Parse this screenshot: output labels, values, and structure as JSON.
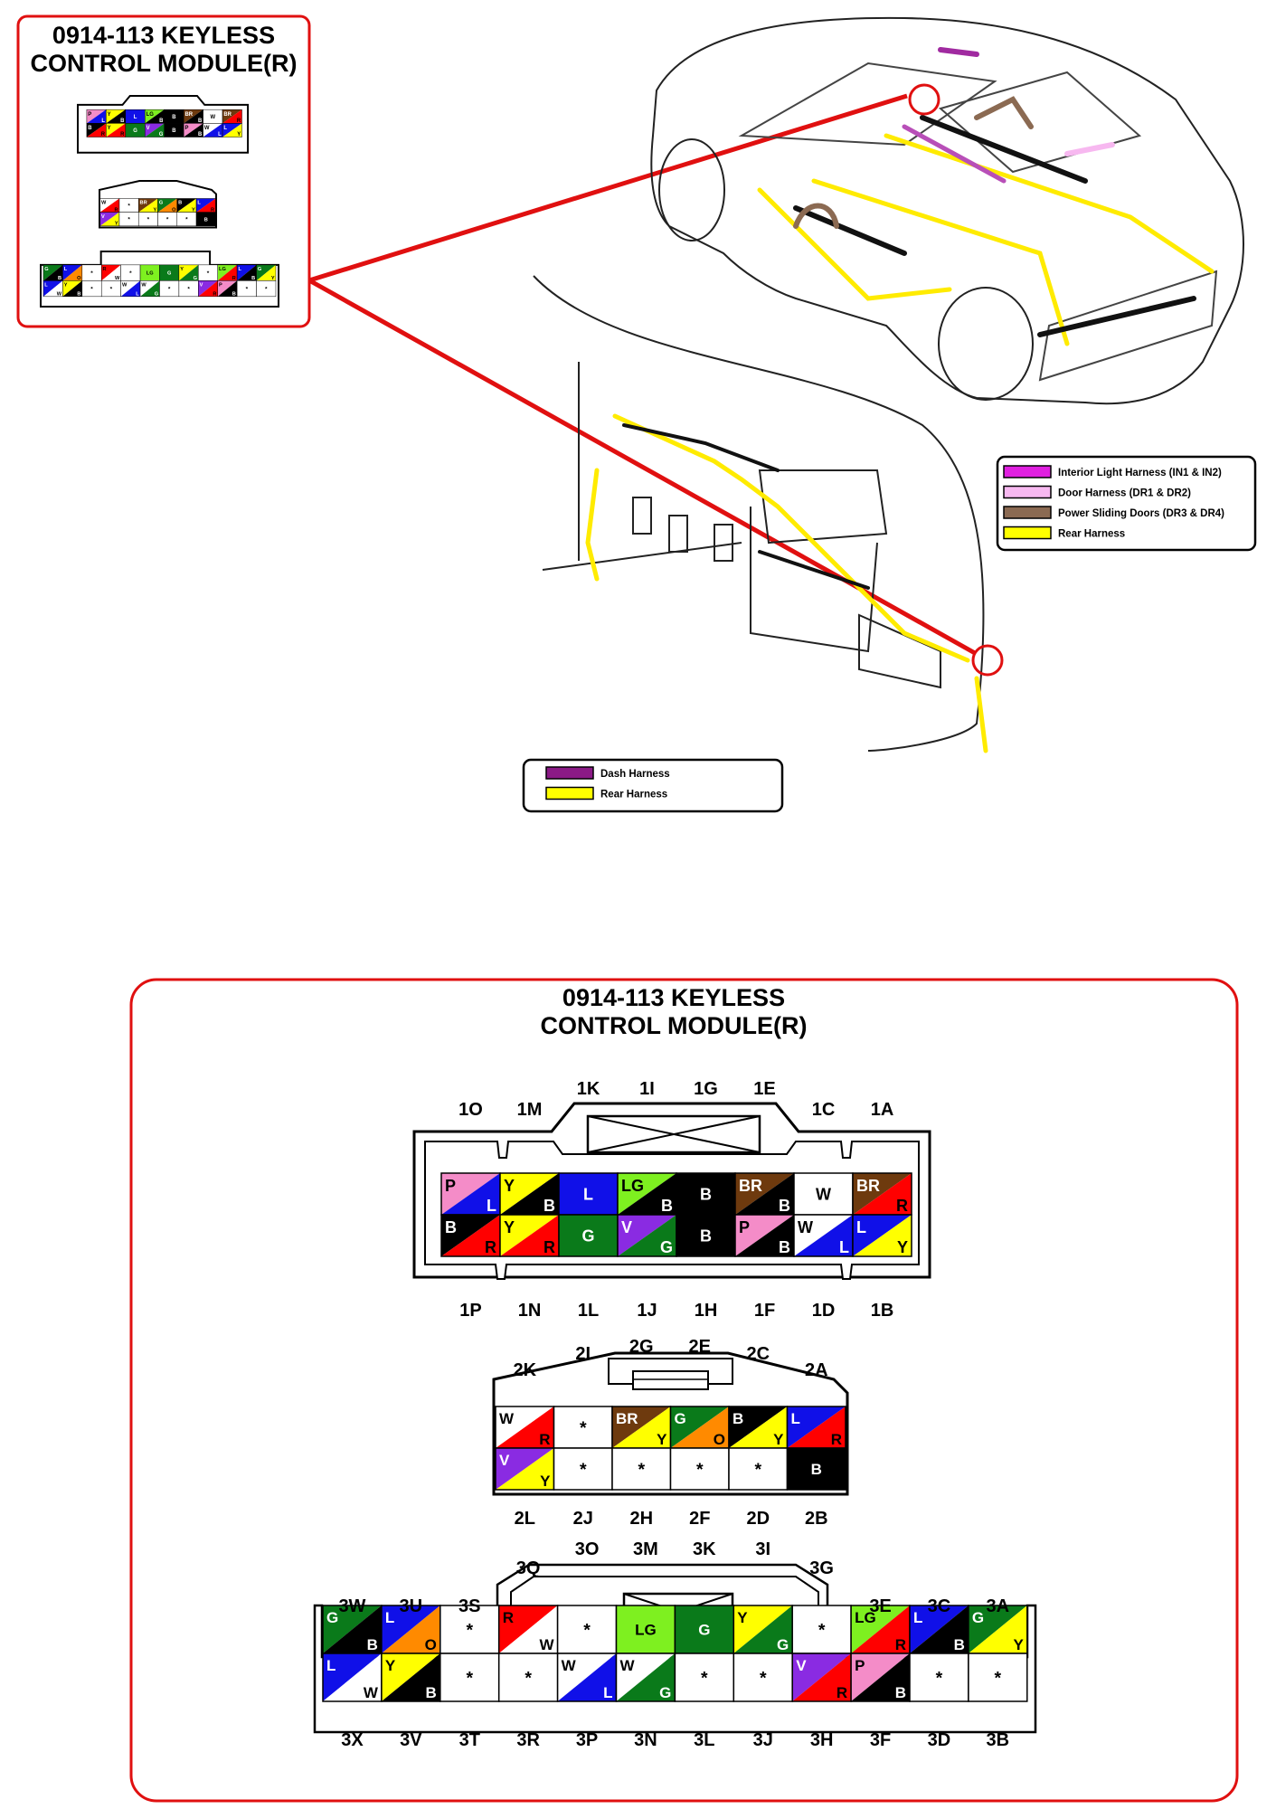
{
  "title_small": {
    "line1": "0914-113 KEYLESS",
    "line2": "CONTROL MODULE(R)"
  },
  "title_big": {
    "line1": "0914-113 KEYLESS",
    "line2": "CONTROL MODULE(R)"
  },
  "legend_car": [
    {
      "label": "Interior Light Harness (IN1 & IN2)",
      "color": "#e020e0"
    },
    {
      "label": "Door Harness (DR1 & DR2)",
      "color": "#f7b8f0"
    },
    {
      "label": "Power Sliding Doors (DR3 & DR4)",
      "color": "#8b6a52"
    },
    {
      "label": "Rear Harness",
      "color": "#ffff00"
    }
  ],
  "legend_dash": [
    {
      "label": "Dash Harness",
      "color": "#8b1a86"
    },
    {
      "label": "Rear Harness",
      "color": "#ffff00"
    }
  ],
  "wire_colors": {
    "P": "#f48cc8",
    "L": "#1010e8",
    "Y": "#ffff00",
    "B": "#000000",
    "R": "#ff0000",
    "G": "#0a7a1a",
    "LG": "#7ef020",
    "V": "#8a2be2",
    "BR": "#6e3a0e",
    "W": "#ffffff",
    "O": "#ff8a00",
    "*": "#ffffff"
  },
  "connector1": {
    "top_labels": [
      "1O",
      "1M",
      "1K",
      "1I",
      "1G",
      "1E",
      "1C",
      "1A"
    ],
    "bottom_labels": [
      "1P",
      "1N",
      "1L",
      "1J",
      "1H",
      "1F",
      "1D",
      "1B"
    ],
    "row_top": [
      [
        "P",
        "L"
      ],
      [
        "Y",
        "B"
      ],
      [
        "L"
      ],
      [
        "LG",
        "B"
      ],
      [
        "B"
      ],
      [
        "BR",
        "B"
      ],
      [
        "W"
      ],
      [
        "BR",
        "R"
      ]
    ],
    "row_bottom": [
      [
        "B",
        "R"
      ],
      [
        "Y",
        "R"
      ],
      [
        "G"
      ],
      [
        "V",
        "G"
      ],
      [
        "B"
      ],
      [
        "P",
        "B"
      ],
      [
        "W",
        "L"
      ],
      [
        "L",
        "Y"
      ]
    ]
  },
  "connector2": {
    "top_labels": [
      "2K",
      "2I",
      "2G",
      "2E",
      "2C",
      "2A"
    ],
    "bottom_labels": [
      "2L",
      "2J",
      "2H",
      "2F",
      "2D",
      "2B"
    ],
    "row_top": [
      [
        "W",
        "R"
      ],
      [
        "*"
      ],
      [
        "BR",
        "Y"
      ],
      [
        "G",
        "O"
      ],
      [
        "B",
        "Y"
      ],
      [
        "L",
        "R"
      ]
    ],
    "row_bottom": [
      [
        "V",
        "Y"
      ],
      [
        "*"
      ],
      [
        "*"
      ],
      [
        "*"
      ],
      [
        "*"
      ],
      [
        "B"
      ]
    ]
  },
  "connector3": {
    "top_labels": [
      "3W",
      "3U",
      "3S",
      "3Q",
      "3O",
      "3M",
      "3K",
      "3I",
      "3G",
      "3E",
      "3C",
      "3A"
    ],
    "bottom_labels": [
      "3X",
      "3V",
      "3T",
      "3R",
      "3P",
      "3N",
      "3L",
      "3J",
      "3H",
      "3F",
      "3D",
      "3B"
    ],
    "row_top": [
      [
        "G",
        "B"
      ],
      [
        "L",
        "O"
      ],
      [
        "*"
      ],
      [
        "R",
        "W"
      ],
      [
        "*"
      ],
      [
        "LG"
      ],
      [
        "G"
      ],
      [
        "Y",
        "G"
      ],
      [
        "*"
      ],
      [
        "LG",
        "R"
      ],
      [
        "L",
        "B"
      ],
      [
        "G",
        "Y"
      ]
    ],
    "row_bottom": [
      [
        "L",
        "W"
      ],
      [
        "Y",
        "B"
      ],
      [
        "*"
      ],
      [
        "*"
      ],
      [
        "W",
        "L"
      ],
      [
        "W",
        "G"
      ],
      [
        "*"
      ],
      [
        "*"
      ],
      [
        "V",
        "R"
      ],
      [
        "P",
        "B"
      ],
      [
        "*"
      ],
      [
        "*"
      ]
    ]
  }
}
